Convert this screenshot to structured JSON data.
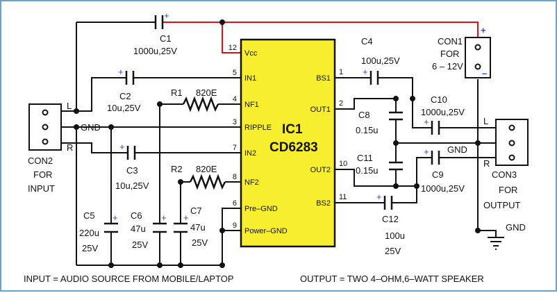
{
  "colors": {
    "wire": "#111111",
    "vcc_wire": "#e0101a",
    "ic_fill": "#f7ee2e",
    "connector_fill": "#ffffff",
    "polarity": "#1a4fd6",
    "resistor": "#111111",
    "frame": "#6aa3c9"
  },
  "ic": {
    "ref": "IC1",
    "part": "CD6283",
    "left_pins": [
      {
        "num": "12",
        "name": "Vcc"
      },
      {
        "num": "5",
        "name": "IN1"
      },
      {
        "num": "4",
        "name": "NF1"
      },
      {
        "num": "3",
        "name": "RIPPLE"
      },
      {
        "num": "7",
        "name": "IN2"
      },
      {
        "num": "8",
        "name": "NF2"
      },
      {
        "num": "6",
        "name": "Pre–GND"
      },
      {
        "num": "9",
        "name": "Power–GND"
      }
    ],
    "right_pins": [
      {
        "num": "1",
        "name": "BS1"
      },
      {
        "num": "2",
        "name": "OUT1"
      },
      {
        "num": "10",
        "name": "OUT2"
      },
      {
        "num": "11",
        "name": "BS2"
      }
    ]
  },
  "parts": {
    "c1": {
      "ref": "C1",
      "value": "1000u,25V"
    },
    "c2": {
      "ref": "C2",
      "value": "10u,25V"
    },
    "c3": {
      "ref": "C3",
      "value": "10u,25V"
    },
    "c4": {
      "ref": "C4",
      "value": "100u,25V"
    },
    "c5": {
      "ref": "C5",
      "value1": "220u",
      "value2": "25V"
    },
    "c6": {
      "ref": "C6",
      "value1": "47u",
      "value2": "25V"
    },
    "c7": {
      "ref": "C7",
      "value1": "47u",
      "value2": "25V"
    },
    "c8": {
      "ref": "C8",
      "value": "0.15u"
    },
    "c9": {
      "ref": "C9",
      "value": "1000u,25V"
    },
    "c10": {
      "ref": "C10",
      "value": "1000u,25V"
    },
    "c11": {
      "ref": "C11",
      "value": "0.15u"
    },
    "c12": {
      "ref": "C12",
      "value1": "100u",
      "value2": "25V"
    },
    "r1": {
      "ref": "R1",
      "value": "820E"
    },
    "r2": {
      "ref": "R2",
      "value": "820E"
    }
  },
  "connectors": {
    "con1": {
      "line1": "CON1",
      "line2": "FOR",
      "line3": "6 – 12V",
      "plus": "+",
      "minus": "–"
    },
    "con2": {
      "line1": "CON2",
      "line2": "FOR",
      "line3": "INPUT",
      "l": "L",
      "gnd": "GND",
      "r": "R"
    },
    "con3": {
      "line1": "CON3",
      "line2": "FOR",
      "line3": "OUTPUT",
      "l": "L",
      "gnd": "GND",
      "r": "R"
    }
  },
  "ground_label": "GND",
  "plus_sign": "+",
  "footer": {
    "left": "INPUT = AUDIO SOURCE FROM MOBILE/LAPTOP",
    "right": "OUTPUT = TWO 4–OHM,6–WATT SPEAKER"
  }
}
